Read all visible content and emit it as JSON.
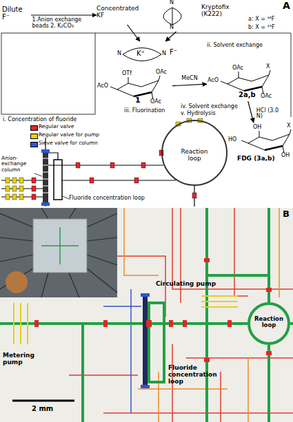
{
  "diagram": {
    "nodes": [
      {
        "text": [
          "Dilute F⁻"
        ]
      },
      {
        "text": [
          "Concentrated KF"
        ]
      },
      {
        "text": [
          "Kryptofix (K222)"
        ]
      },
      {
        "text": [
          "K⁺",
          "F⁻"
        ]
      },
      {
        "text": [
          "1"
        ]
      },
      {
        "text": [
          "2a,b"
        ]
      },
      {
        "text": [
          "FDG (3a,b)"
        ]
      },
      {
        "text": [
          "Reaction loop"
        ]
      },
      {
        "text": [
          "Reaction loop"
        ]
      }
    ],
    "edges": [
      {
        "from": 0,
        "to": 1,
        "arrow": "to",
        "label": "1.Anion exchange beads 2. K₂CO₃"
      },
      {
        "from": 1,
        "to": 3,
        "arrow": "to"
      },
      {
        "from": 2,
        "to": 3,
        "arrow": "to"
      },
      {
        "from": 4,
        "to": 5,
        "arrow": "to",
        "label": "MeCN"
      },
      {
        "from": 5,
        "to": 6,
        "arrow": "to",
        "label": "HCl (3.0 N)"
      }
    ],
    "labels": [
      "A",
      "a: X = ¹⁸F",
      "b: X = ¹⁹F",
      "i. Concentration of fluoride",
      "ii. Solvent exchange",
      "iii. Fluorination",
      "iv. Solvent exchange",
      "v. Hydrolysis",
      "Anion-exchange column",
      "Fluoride concentration loop",
      "B",
      "Circulating pump",
      "Metering pump",
      "Fluoride concentration loop",
      "2 mm",
      "N",
      "N",
      "N",
      "N",
      "AcO",
      "OTf",
      "OAc",
      "OAc",
      "AcO",
      "OAc",
      "X",
      "OAc",
      "HO",
      "OH",
      "X",
      "OH"
    ],
    "legend": [
      {
        "text": "Regular valve",
        "color": "#e0262a"
      },
      {
        "text": "Regular valve for pump",
        "color": "#e6cf1e"
      },
      {
        "text": "Sieve valve for column",
        "color": "#2f55d4"
      }
    ]
  }
}
